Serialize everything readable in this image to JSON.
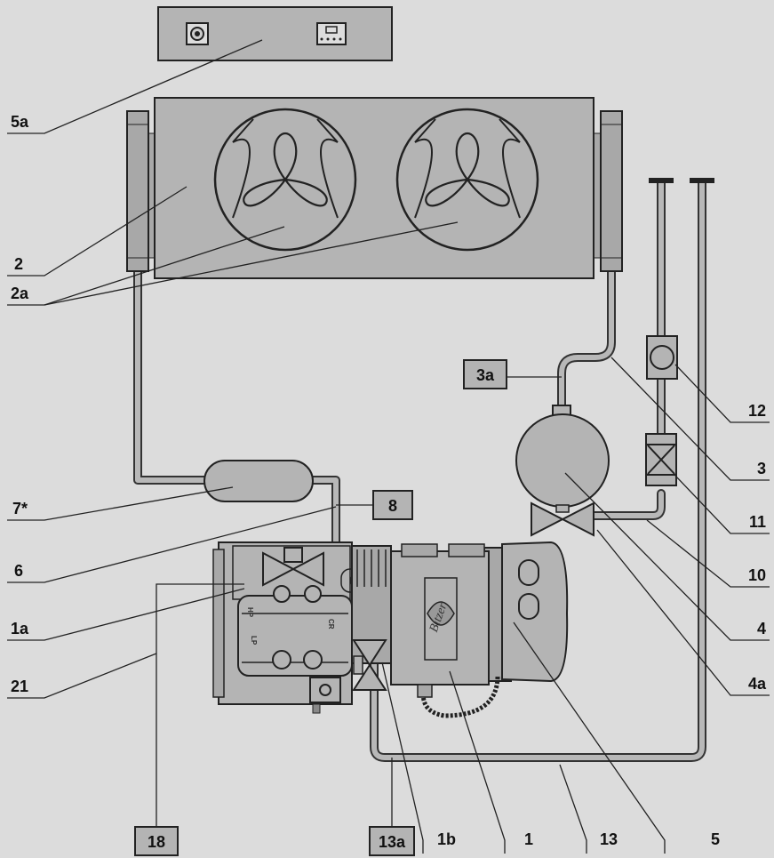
{
  "labels": {
    "l_5a": "5a",
    "l_2": "2",
    "l_2a": "2a",
    "l_7": "7*",
    "l_6": "6",
    "l_1a": "1a",
    "l_21": "21",
    "l_12": "12",
    "l_3": "3",
    "l_11": "11",
    "l_10": "10",
    "l_4": "4",
    "l_4a": "4a",
    "l_1b": "1b",
    "l_1": "1",
    "l_13": "13",
    "l_5": "5"
  },
  "boxes": {
    "b_3a": "3a",
    "b_8": "8",
    "b_18": "18",
    "b_13a": "13a"
  },
  "compressor_marks": {
    "hp": "HP",
    "lp": "LP",
    "cr": "CR",
    "brand": "Bitzer"
  },
  "colors": {
    "background": "#dcdcdc",
    "component_fill": "#b4b4b4",
    "pipe_outline": "#333333",
    "pipe_fill": "#b8b8b8",
    "label_box_fill": "#b4b4b4"
  }
}
